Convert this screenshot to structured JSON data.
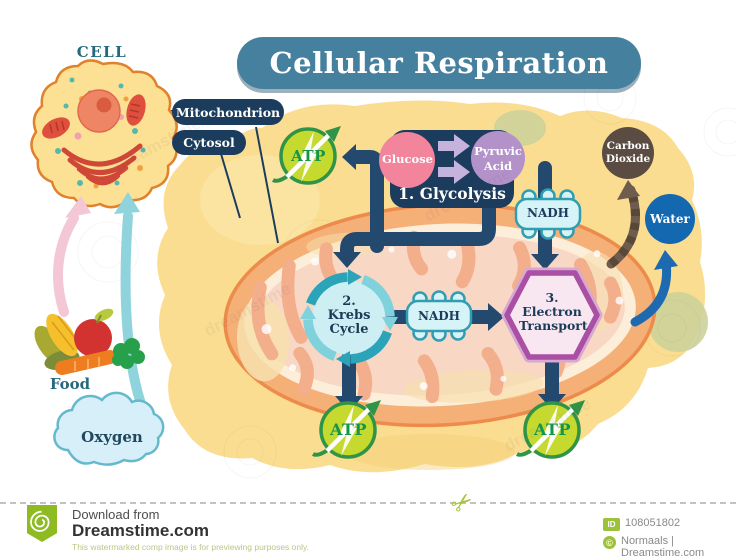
{
  "title": "Cellular Respiration",
  "watermark_text": "dreamstime",
  "cell": {
    "label": "CELL"
  },
  "callouts": {
    "mitochondrion": "Mitochondrion",
    "cytosol": "Cytosol"
  },
  "glycolysis": {
    "step_label": "1. Glycolysis",
    "glucose": "Glucose",
    "pyruvic_acid": "Pyruvic Acid"
  },
  "krebs": {
    "number": "2.",
    "name": "Krebs Cycle"
  },
  "electron_transport": {
    "number": "3.",
    "name": "Electron Transport"
  },
  "molecules": {
    "nadh_upper": "NADH",
    "nadh_middle": "NADH",
    "atp_glycolysis": "ATP",
    "atp_krebs": "ATP",
    "atp_electron_transport": "ATP"
  },
  "outputs": {
    "carbon_dioxide": "Carbon Dioxide",
    "water": "Water"
  },
  "inputs": {
    "food": "Food",
    "oxygen": "Oxygen"
  },
  "footer": {
    "download_from": "Download from",
    "site": "Dreamstime.com",
    "disclaimer": "This watermarked comp image is for previewing purposes only.",
    "id_badge": "ID",
    "image_id": "108051802",
    "copyright_symbol": "©",
    "credit": "Normaals | Dreamstime.com",
    "scissors_icon": "✂"
  },
  "colors": {
    "banner_blue": "#45809f",
    "label_navy": "#1c3c5e",
    "pipe_navy": "#24496e",
    "atp_green": "#c6d92f",
    "atp_border_green": "#2f9447",
    "glucose_pink": "#f2849c",
    "pyruvic_purple": "#b392c9",
    "nadh_cyan": "#d6f3f7",
    "krebs_teal": "#2ba4ba",
    "et_purple": "#a94fa4",
    "cytosol_yellow": "#fadd90",
    "mitochondrion_orange": "#f5b077",
    "co2_brown": "#5a4c43",
    "water_blue": "#1468b0",
    "dreamstime_green": "#8dbb21"
  }
}
